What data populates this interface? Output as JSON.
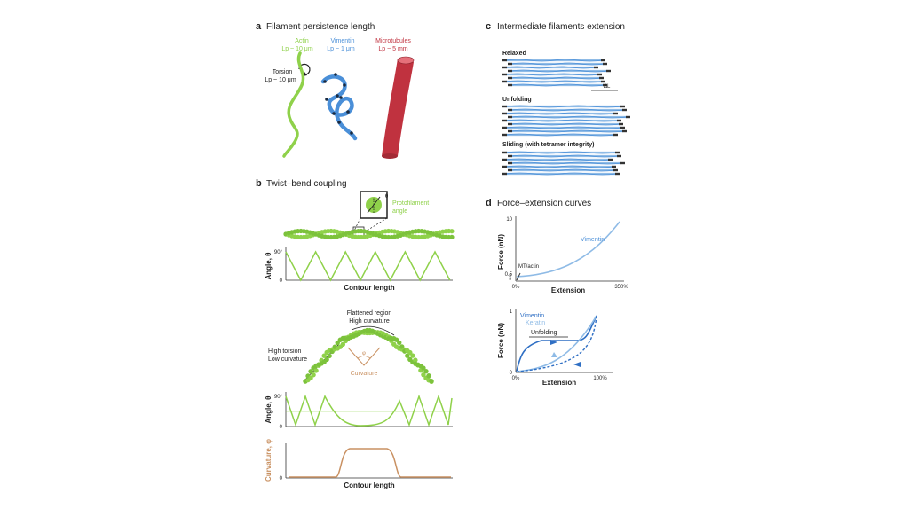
{
  "colors": {
    "actin": "#8fd14a",
    "vimentin": "#4a8fd8",
    "keratin": "#8fbbe6",
    "microtubule": "#c0323f",
    "curvature": "#c99162",
    "axis": "#333333"
  },
  "panel_a": {
    "letter": "a",
    "title": "Filament persistence length",
    "actin": {
      "name": "Actin",
      "lp": "Lp ~ 10 μm"
    },
    "vimentin": {
      "name": "Vimentin",
      "lp": "Lp ~ 1 μm"
    },
    "microtubules": {
      "name": "Microtubules",
      "lp": "Lp ~ 5 mm"
    },
    "torsion": {
      "name": "Torsion",
      "lp": "Lp ~ 10 μm"
    }
  },
  "panel_b": {
    "letter": "b",
    "title": "Twist–bend coupling",
    "protofilament": [
      "Protofilament",
      "angle"
    ],
    "theta_symbol": "θ",
    "angle_label": "Angle, θ",
    "tick_90": "90°",
    "tick_0": "0",
    "contour_label": "Contour length",
    "flattened": [
      "Flattened region",
      "High curvature"
    ],
    "high_torsion": [
      "High torsion",
      "Low curvature"
    ],
    "curvature_text": "Curvature",
    "phi_symbol": "φ",
    "curvature_axis": "Curvature, φ"
  },
  "panel_c": {
    "letter": "c",
    "title": "Intermediate filaments extension",
    "relaxed": "Relaxed",
    "delta": "ΔL",
    "unfolding": "Unfolding",
    "sliding": "Sliding (with tetramer integrity)"
  },
  "panel_d": {
    "letter": "d",
    "title": "Force–extension curves",
    "top": {
      "ylabel": "Force (nN)",
      "xlabel": "Extension",
      "y_tick_top": "10",
      "y_tick_low": "0.5",
      "y_tick_low2": "0.05",
      "x_tick_0": "0%",
      "x_tick_end": "350%",
      "vimentin": "Vimentin",
      "mt_actin": "MT/actin"
    },
    "bottom": {
      "ylabel": "Force (nN)",
      "xlabel": "Extension",
      "y_tick_top": "1",
      "y_tick_0": "0",
      "x_tick_0": "0%",
      "x_tick_end": "100%",
      "vimentin": "Vimentin",
      "keratin": "Keratin",
      "unfolding": "Unfolding"
    }
  }
}
